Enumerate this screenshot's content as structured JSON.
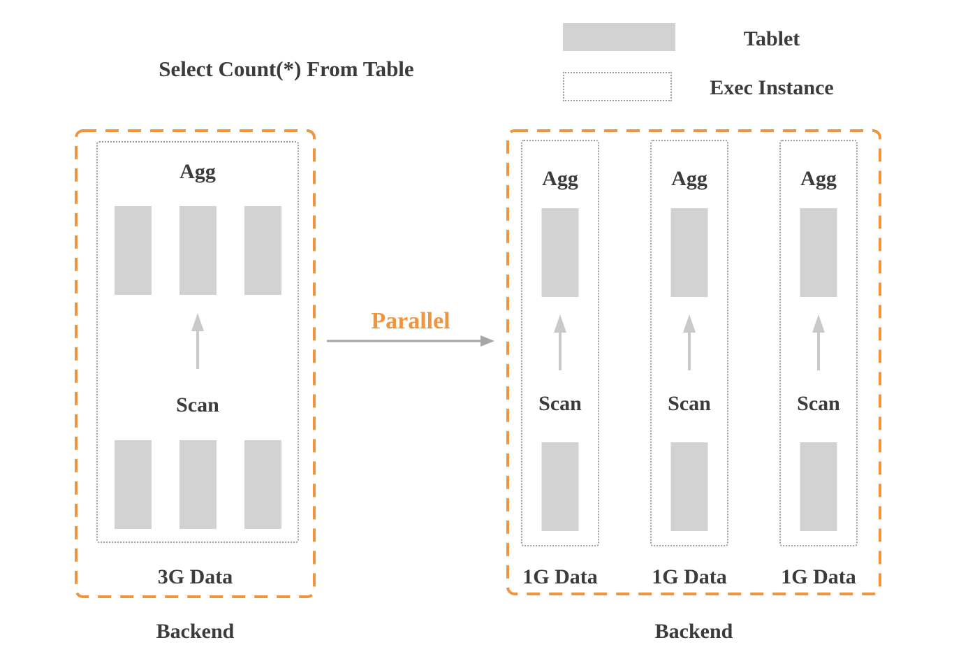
{
  "title": "Select Count(*) From Table",
  "legend": {
    "tablet_label": "Tablet",
    "exec_instance_label": "Exec Instance"
  },
  "flow": {
    "parallel_label": "Parallel"
  },
  "left_backend": {
    "agg_label": "Agg",
    "scan_label": "Scan",
    "data_label": "3G Data",
    "backend_label": "Backend",
    "agg_tablet_count": 3,
    "scan_tablet_count": 3
  },
  "right_backend": {
    "columns": [
      {
        "agg_label": "Agg",
        "scan_label": "Scan",
        "data_label": "1G Data"
      },
      {
        "agg_label": "Agg",
        "scan_label": "Scan",
        "data_label": "1G Data"
      },
      {
        "agg_label": "Agg",
        "scan_label": "Scan",
        "data_label": "1G Data"
      }
    ],
    "backend_label": "Backend"
  },
  "colors": {
    "orange": "#F0953D",
    "tablet_fill": "#D2D2D2",
    "dotted_border": "#9C9C9C",
    "text": "#3B3B3B",
    "flow_arrow": "#A6A6A6",
    "up_arrow": "#C9C9C9"
  }
}
